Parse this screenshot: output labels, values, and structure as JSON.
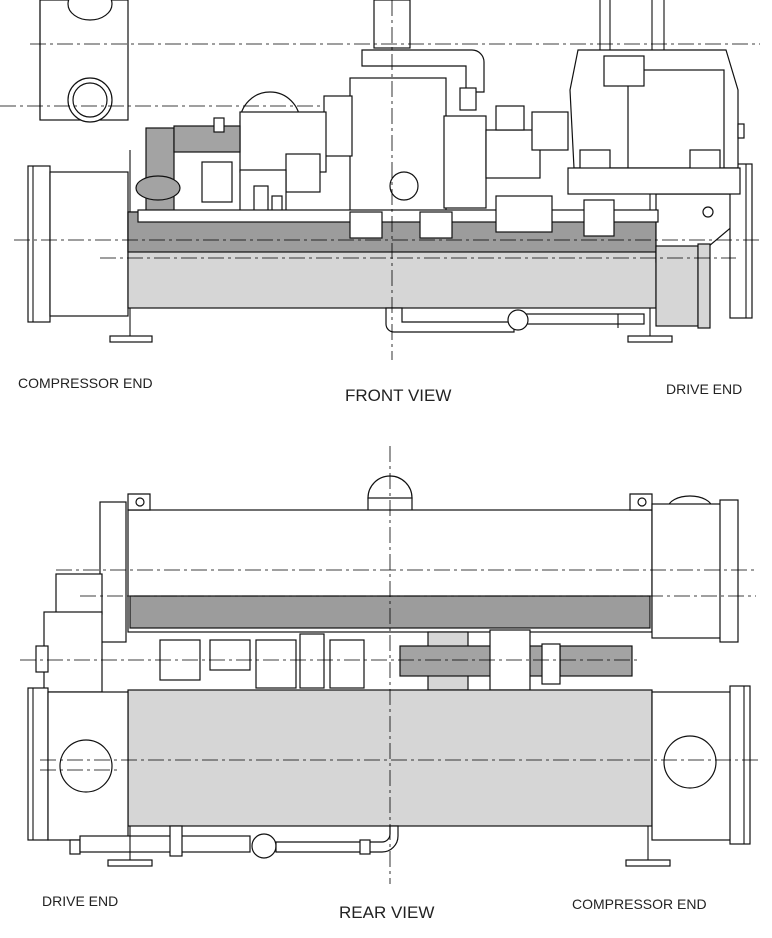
{
  "front_view": {
    "title": "FRONT VIEW",
    "left_label": "COMPRESSOR END",
    "right_label": "DRIVE END"
  },
  "rear_view": {
    "title": "REAR VIEW",
    "left_label": "DRIVE END",
    "right_label": "COMPRESSOR END"
  },
  "colors": {
    "shell_fill": "#d6d6d6",
    "dark_band": "#9c9c9c",
    "line": "#111111",
    "background": "#ffffff"
  }
}
